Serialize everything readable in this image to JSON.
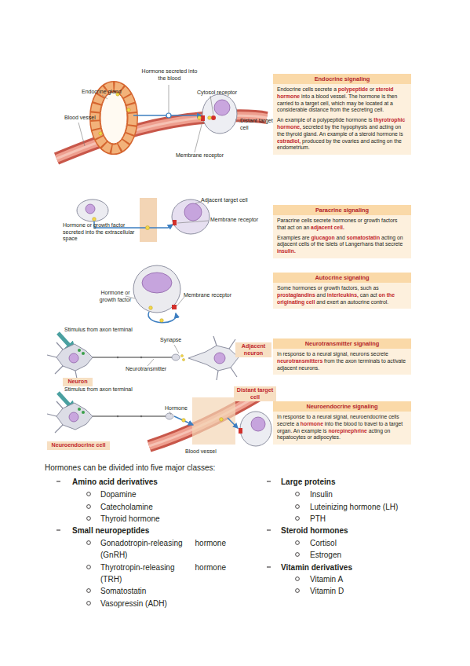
{
  "diagram": {
    "nodes": [
      {
        "text": [
          "Endocrine signaling",
          "Endocrine cells secrete a polypeptide or steroid hormone into a blood vessel. The hormone is then carried to a target cell, which may be located at a considerable distance from the secreting cell.",
          "An example of a polypeptide hormone is thyrotrophic hormone, secreted by the hypophysis and acting on the thyroid gland. An example of a steroid hormone is estradiol, produced by the ovaries and acting on the endometrium."
        ]
      },
      {
        "text": [
          "Paracrine signaling",
          "Paracrine cells secrete hormones or growth factors that act on an adjacent cell.",
          "Examples are glucagon and somatostatin acting on adjacent cells of the islets of Langerhans that secrete insulin."
        ]
      },
      {
        "text": [
          "Autocrine signaling",
          "Some hormones or growth factors, such as prostaglandins and interleukins, can act on the originating cell and exert an autocrine control."
        ]
      },
      {
        "text": [
          "Adjacent neuron"
        ]
      },
      {
        "text": [
          "Neurotransmitter signaling",
          "In response to a neural signal, neurons secrete neurotransmitters from the axon terminals to activate adjacent neurons."
        ]
      },
      {
        "text": [
          "Neuron"
        ]
      },
      {
        "text": [
          "Distant target cell"
        ]
      },
      {
        "text": [
          "Neuroendocrine signaling",
          "In response to a neural signal, neuroendocrine cells secrete a hormone into the blood to travel to a target organ. An example is norepinephrine acting on hepatocytes or adipocytes."
        ]
      },
      {
        "text": [
          "Neuroendocrine cell"
        ]
      }
    ],
    "labels": [
      "Hormone secreted into the blood",
      "Endocrine gland",
      "Cytosol receptor",
      "Blood vessel",
      "Distant target cell",
      "Membrane receptor",
      "Adjacent target cell",
      "Membrane receptor",
      "Hormone or growth factor secreted into the extracellular space",
      "Membrane receptor",
      "Hormone or growth factor",
      "Stimulus from axon terminal",
      "Synapse",
      "Neurotransmitter",
      "Stimulus from axon terminal",
      "Hormone",
      "Blood vessel",
      "Hormones can be divided into five major classes:",
      "Amino acid derivatives",
      "Dopamine",
      "Catecholamine",
      "Thyroid hormone",
      "Small neuropeptides",
      "Gonadotropin-releasing hormone (GnRH)",
      "Thyrotropin-releasing hormone (TRH)",
      "Somatostatin",
      "Vasopressin (ADH)",
      "Large proteins",
      "Insulin",
      "Luteinizing hormone (LH)",
      "PTH",
      "Steroid hormones",
      "Cortisol",
      "Estrogen",
      "Vitamin derivatives",
      "Vitamin A",
      "Vitamin D"
    ]
  }
}
